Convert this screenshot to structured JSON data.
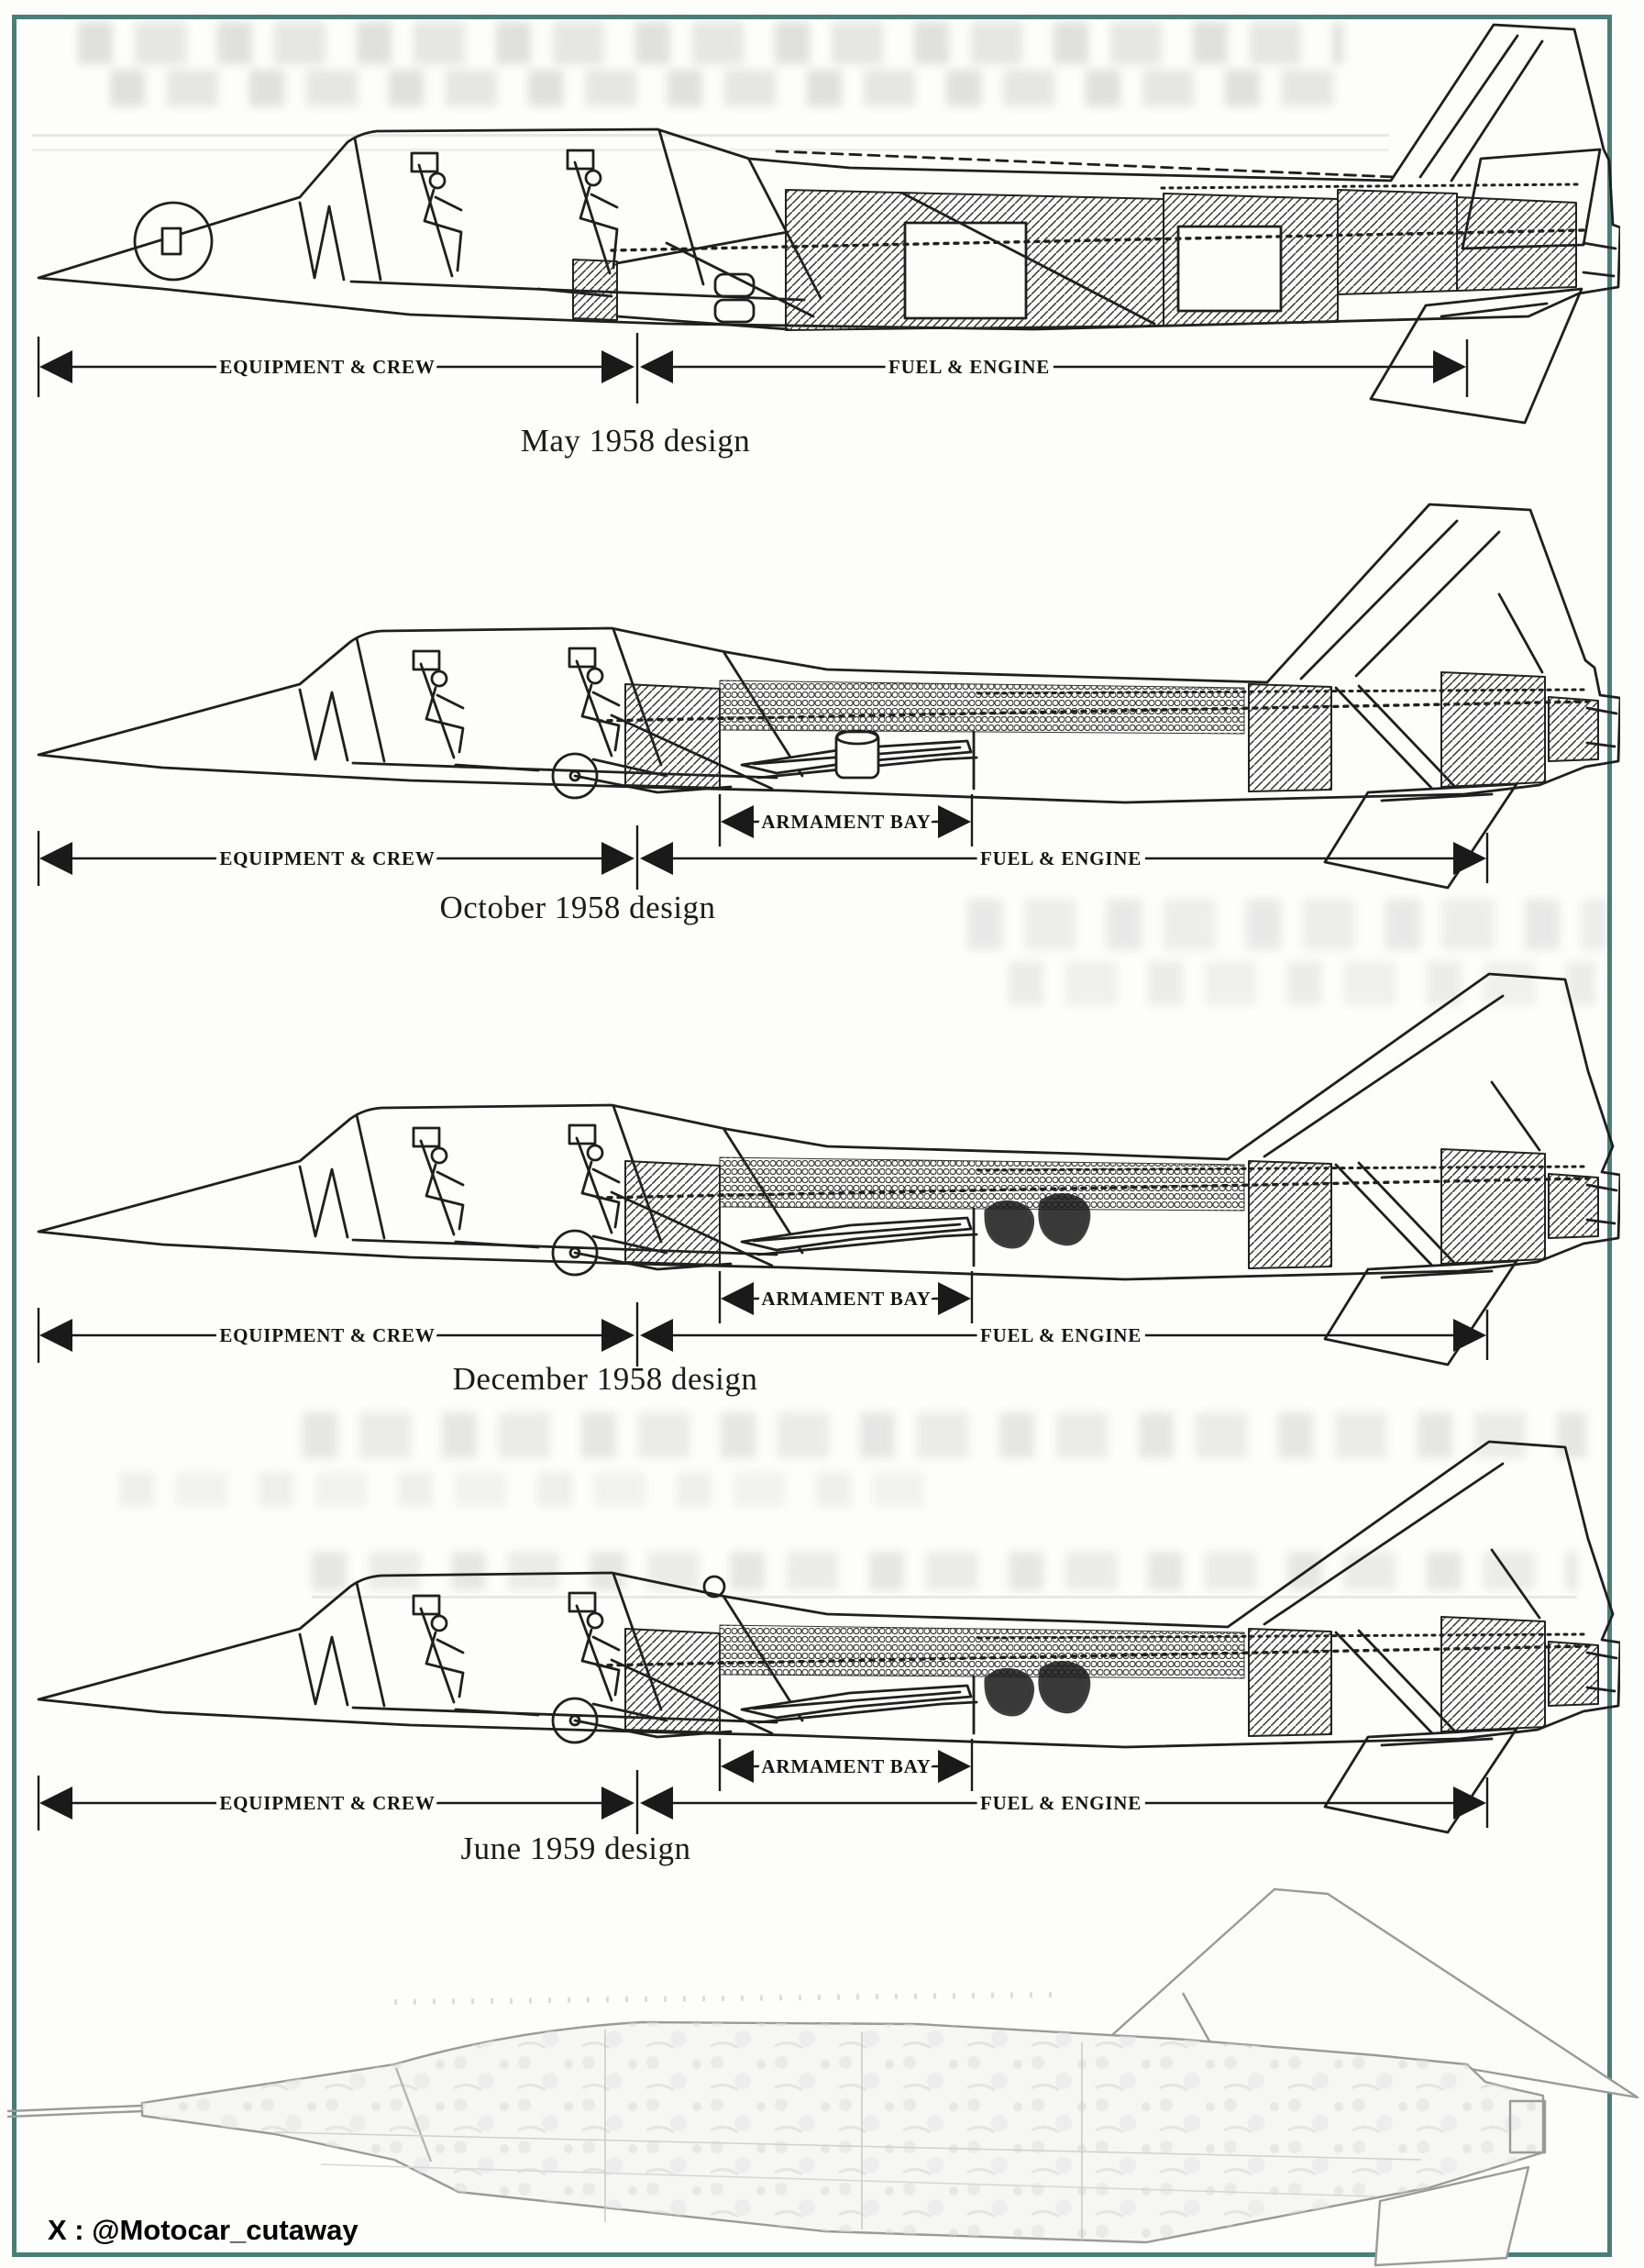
{
  "frame": {
    "border_color": "#4a7e78"
  },
  "watermark": {
    "text": "X : @Motocar_cutaway"
  },
  "sections": [
    {
      "id": "may-1958",
      "caption": "May 1958 design",
      "labels": {
        "equipment": "EQUIPMENT & CREW",
        "fuel": "FUEL & ENGINE"
      }
    },
    {
      "id": "october-1958",
      "caption": "October 1958 design",
      "labels": {
        "equipment": "EQUIPMENT & CREW",
        "armament": "ARMAMENT BAY",
        "fuel": "FUEL & ENGINE"
      }
    },
    {
      "id": "december-1958",
      "caption": "December 1958 design",
      "labels": {
        "equipment": "EQUIPMENT & CREW",
        "armament": "ARMAMENT BAY",
        "fuel": "FUEL & ENGINE"
      }
    },
    {
      "id": "june-1959",
      "caption": "June 1959 design",
      "labels": {
        "equipment": "EQUIPMENT & CREW",
        "armament": "ARMAMENT BAY",
        "fuel": "FUEL & ENGINE"
      }
    }
  ],
  "colors": {
    "ink": "#1f1f1f",
    "faded_ink": "#9a9a9a",
    "ghost": "#e7e7e7"
  }
}
